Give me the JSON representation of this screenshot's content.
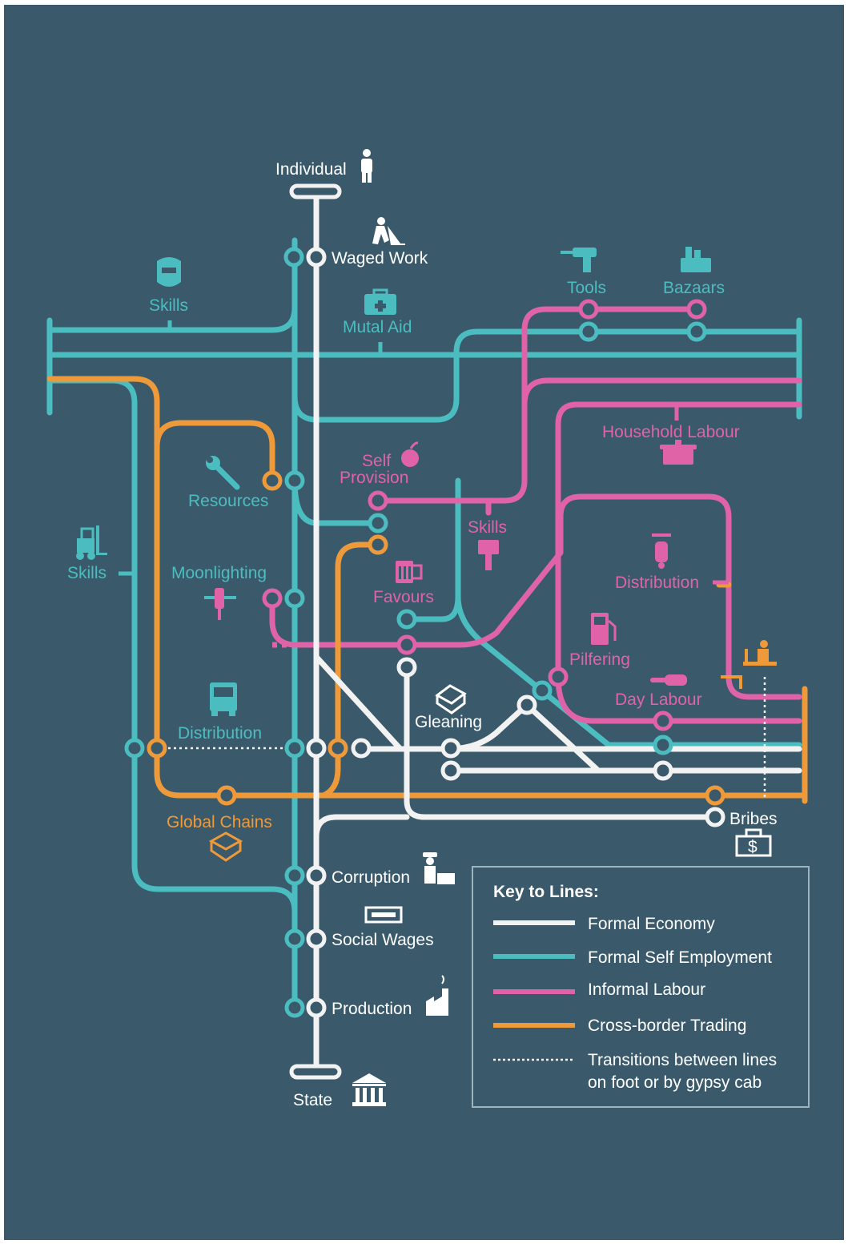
{
  "colors": {
    "background": "#3a5a6c",
    "formal_economy": "#f2f2f2",
    "formal_self_employment": "#4bbdc0",
    "informal_labour": "#e063a8",
    "cross_border_trading": "#ee9a3a"
  },
  "terminals": {
    "top": "Individual",
    "bottom": "State"
  },
  "stations": {
    "waged_work": "Waged Work",
    "skills_welder": "Skills",
    "mutal_aid": "Mutal Aid",
    "tools": "Tools",
    "bazaars": "Bazaars",
    "household_labour": "Household Labour",
    "self_provision_1": "Self",
    "self_provision_2": "Provision",
    "resources": "Resources",
    "skills_forklift": "Skills",
    "skills_paint": "Skills",
    "moonlighting": "Moonlighting",
    "favours": "Favours",
    "distribution_pink": "Distribution",
    "pilfering": "Pilfering",
    "day_labour": "Day Labour",
    "gleaning": "Gleaning",
    "distribution_teal": "Distribution",
    "global_chains": "Global Chains",
    "bribes": "Bribes",
    "corruption": "Corruption",
    "social_wages": "Social Wages",
    "production": "Production"
  },
  "icons": [
    "person-icon",
    "digger-worker-icon",
    "welding-mask-icon",
    "first-aid-kit-icon",
    "drill-icon",
    "basket-icon",
    "pot-icon",
    "apple-icon",
    "wrench-icon",
    "forklift-icon",
    "paint-brush-icon",
    "scooter-icon",
    "tool-belt-icon",
    "beer-icon",
    "fuel-pump-icon",
    "chainsaw-icon",
    "box-icon",
    "truck-icon",
    "parcel-icon",
    "money-bag-icon",
    "police-officer-icon",
    "banknote-icon",
    "factory-icon",
    "bank-building-icon",
    "desk-worker-icon"
  ],
  "legend": {
    "title": "Key to Lines:",
    "items": [
      {
        "label": "Formal Economy",
        "style": "white-solid"
      },
      {
        "label": "Formal Self Employment",
        "style": "teal-solid"
      },
      {
        "label": "Informal Labour",
        "style": "pink-solid"
      },
      {
        "label": "Cross-border Trading",
        "style": "orange-solid"
      },
      {
        "label": "Transitions between lines",
        "label_2": "on foot or by gypsy cab",
        "style": "white-dotted"
      }
    ]
  }
}
